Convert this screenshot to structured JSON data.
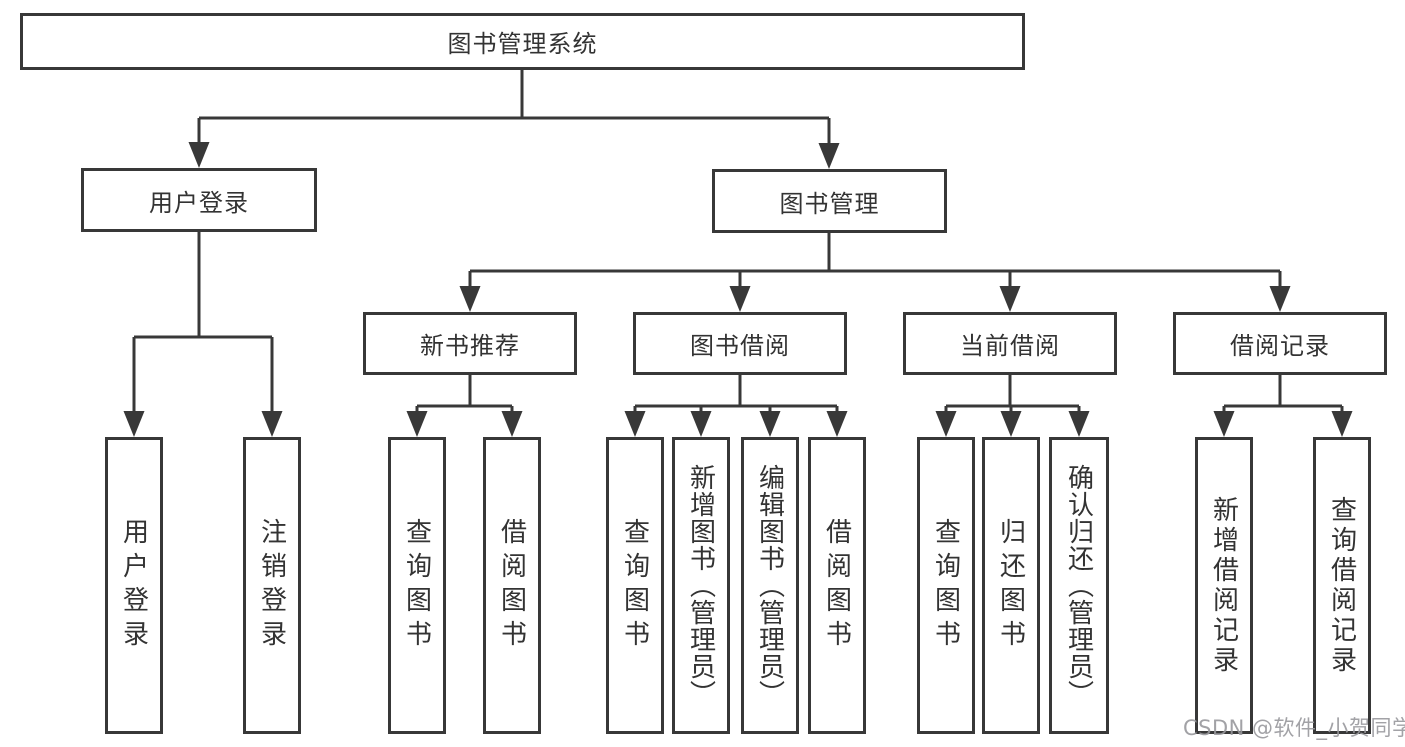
{
  "diagram": {
    "root": {
      "label": "图书管理系统"
    },
    "branches": [
      {
        "label": "用户登录",
        "children": [
          {
            "label": "用户登录"
          },
          {
            "label": "注销登录"
          }
        ]
      },
      {
        "label": "图书管理",
        "children": [
          {
            "label": "新书推荐",
            "children": [
              {
                "label": "查询图书"
              },
              {
                "label": "借阅图书"
              }
            ]
          },
          {
            "label": "图书借阅",
            "children": [
              {
                "label": "查询图书"
              },
              {
                "label": "新增图书（管理员）"
              },
              {
                "label": "编辑图书（管理员）"
              },
              {
                "label": "借阅图书"
              }
            ]
          },
          {
            "label": "当前借阅",
            "children": [
              {
                "label": "查询图书"
              },
              {
                "label": "归还图书"
              },
              {
                "label": "确认归还（管理员）"
              }
            ]
          },
          {
            "label": "借阅记录",
            "children": [
              {
                "label": "新增借阅记录"
              },
              {
                "label": "查询借阅记录"
              }
            ]
          }
        ]
      }
    ]
  },
  "colors": {
    "line": "#383838",
    "text": "#333333",
    "background": "#ffffff",
    "watermark": "#98989c"
  },
  "watermark": {
    "text": "CSDN @软件_小贺同学"
  }
}
